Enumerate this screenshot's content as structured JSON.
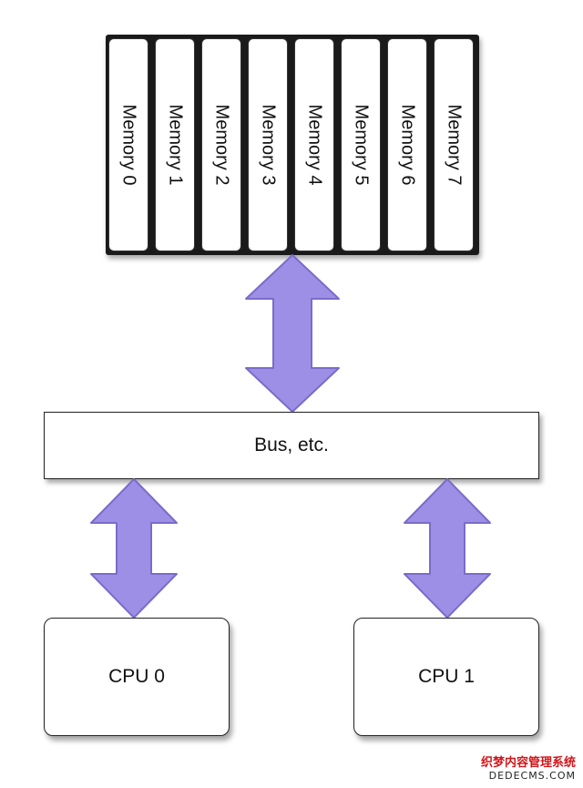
{
  "memory": {
    "modules": [
      "Memory 0",
      "Memory 1",
      "Memory 2",
      "Memory 3",
      "Memory 4",
      "Memory 5",
      "Memory 6",
      "Memory 7"
    ]
  },
  "bus": {
    "label": "Bus, etc."
  },
  "cpus": [
    "CPU 0",
    "CPU 1"
  ],
  "arrows": {
    "fill": "#9e8fe6",
    "stroke": "#7b6bc9"
  },
  "watermark": {
    "line1": "织梦内容管理系统",
    "line2": "DEDECMS.COM"
  }
}
